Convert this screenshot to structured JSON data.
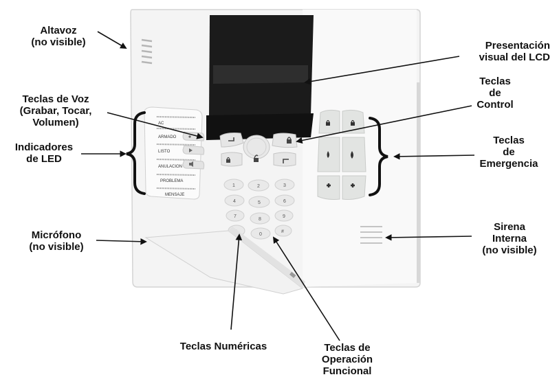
{
  "labels": {
    "speaker": {
      "line1": "Altavoz",
      "line2": "(no visible)"
    },
    "lcd": {
      "line1": "Presentación",
      "line2": "visual del LCD"
    },
    "voice_keys": {
      "line1": "Teclas de Voz",
      "line2": "(Grabar, Tocar,",
      "line3": "Volumen)"
    },
    "control_keys": {
      "line1": "Teclas",
      "line2": "de",
      "line3": "Control"
    },
    "led": {
      "line1": "Indicadores",
      "line2": "de LED"
    },
    "emergency_keys": {
      "line1": "Teclas",
      "line2": "de",
      "line3": "Emergencia"
    },
    "microphone": {
      "line1": "Micrófono",
      "line2": "(no visible)"
    },
    "siren": {
      "line1": "Sirena",
      "line2": "Interna",
      "line3": "(no visible)"
    },
    "numeric_keys": {
      "line1": "Teclas Numéricas"
    },
    "function_keys": {
      "line1": "Teclas de",
      "line2": "Operación",
      "line3": "Funcional"
    }
  },
  "led_panel": [
    "AC",
    "ARMADO",
    "LISTO",
    "ANULACION",
    "PROBLEMA",
    "MENSAJE"
  ],
  "keypad": [
    "1",
    "2",
    "3",
    "4",
    "5",
    "6",
    "7",
    "8",
    "9",
    "*",
    "0",
    "#"
  ]
}
